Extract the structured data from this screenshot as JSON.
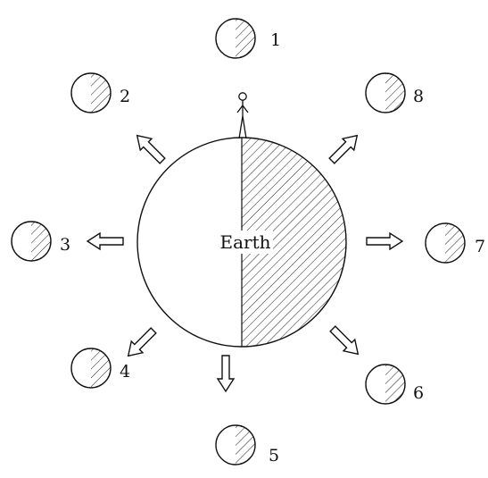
{
  "earth": {
    "label": "Earth"
  },
  "moons": [
    {
      "label": "1"
    },
    {
      "label": "2"
    },
    {
      "label": "3"
    },
    {
      "label": "4"
    },
    {
      "label": "5"
    },
    {
      "label": "6"
    },
    {
      "label": "7"
    },
    {
      "label": "8"
    }
  ],
  "colors": {
    "line": "#111111",
    "background": "#ffffff"
  },
  "icons": {
    "observer": "person-figure-icon"
  }
}
